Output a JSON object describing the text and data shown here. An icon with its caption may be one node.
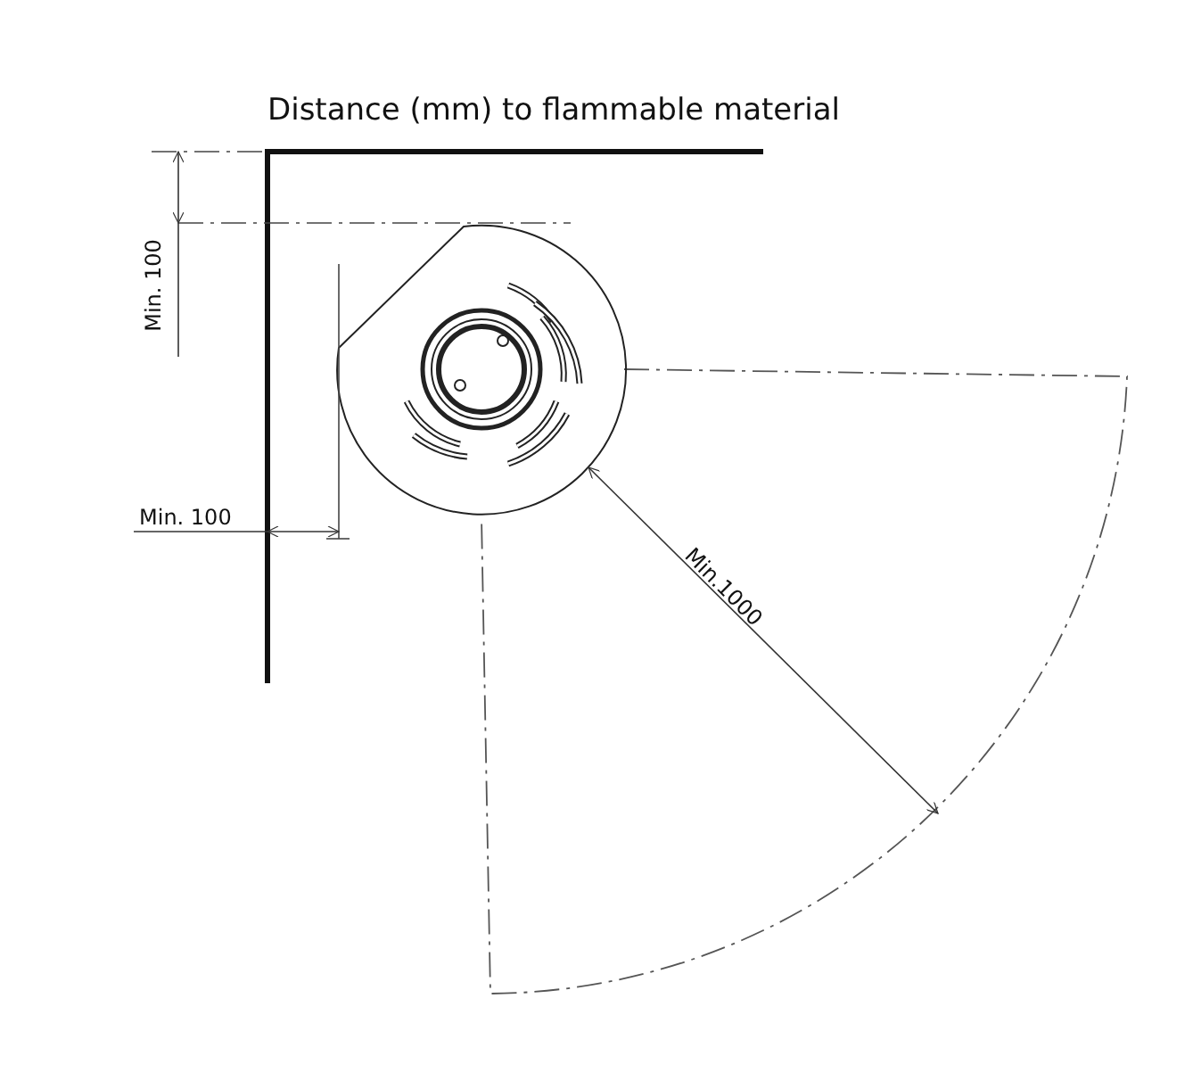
{
  "diagram": {
    "title": "Distance (mm) to flammable material",
    "labels": [
      "Min. 100",
      "Min. 100",
      "Min.1000"
    ]
  }
}
